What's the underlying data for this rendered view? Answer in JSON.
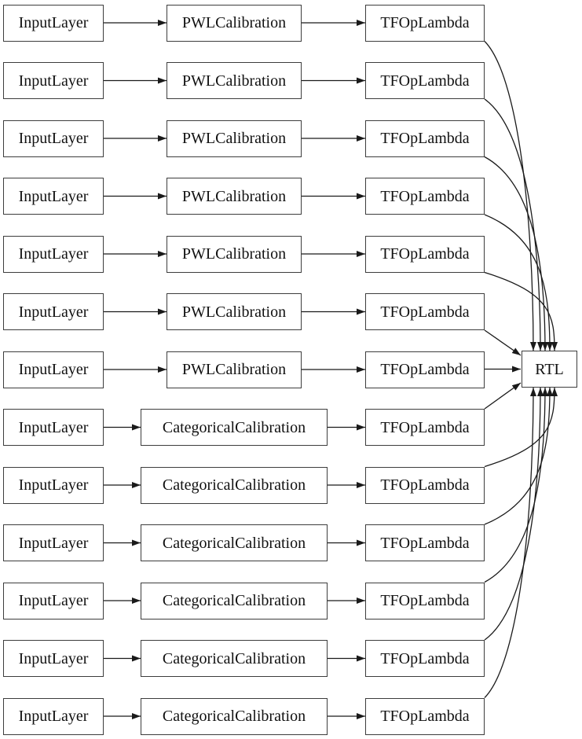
{
  "diagram": {
    "title": "model-graph",
    "background_color": "#ffffff",
    "node_border_color": "#3d3d3d",
    "edge_color": "#1a1a1a",
    "rows": [
      {
        "input": "InputLayer",
        "calibration": "PWLCalibration",
        "lambda": "TFOpLambda"
      },
      {
        "input": "InputLayer",
        "calibration": "PWLCalibration",
        "lambda": "TFOpLambda"
      },
      {
        "input": "InputLayer",
        "calibration": "PWLCalibration",
        "lambda": "TFOpLambda"
      },
      {
        "input": "InputLayer",
        "calibration": "PWLCalibration",
        "lambda": "TFOpLambda"
      },
      {
        "input": "InputLayer",
        "calibration": "PWLCalibration",
        "lambda": "TFOpLambda"
      },
      {
        "input": "InputLayer",
        "calibration": "PWLCalibration",
        "lambda": "TFOpLambda"
      },
      {
        "input": "InputLayer",
        "calibration": "PWLCalibration",
        "lambda": "TFOpLambda"
      },
      {
        "input": "InputLayer",
        "calibration": "CategoricalCalibration",
        "lambda": "TFOpLambda"
      },
      {
        "input": "InputLayer",
        "calibration": "CategoricalCalibration",
        "lambda": "TFOpLambda"
      },
      {
        "input": "InputLayer",
        "calibration": "CategoricalCalibration",
        "lambda": "TFOpLambda"
      },
      {
        "input": "InputLayer",
        "calibration": "CategoricalCalibration",
        "lambda": "TFOpLambda"
      },
      {
        "input": "InputLayer",
        "calibration": "CategoricalCalibration",
        "lambda": "TFOpLambda"
      },
      {
        "input": "InputLayer",
        "calibration": "CategoricalCalibration",
        "lambda": "TFOpLambda"
      }
    ],
    "output_node": {
      "label": "RTL"
    }
  }
}
